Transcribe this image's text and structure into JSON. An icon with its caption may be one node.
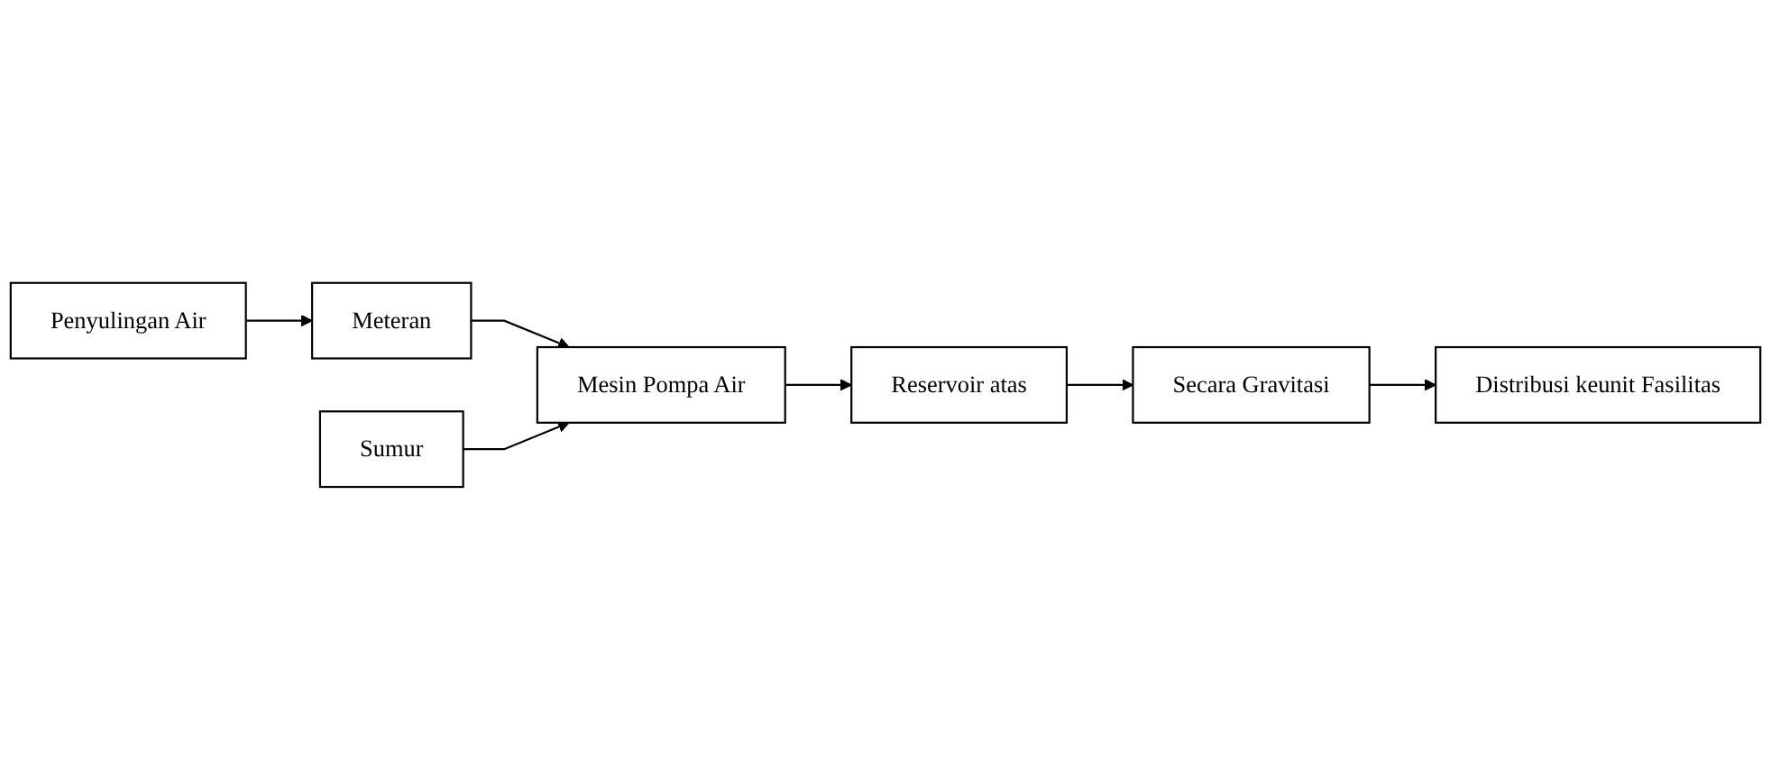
{
  "diagram": {
    "nodes": [
      {
        "text": [
          "Penyulingan Air"
        ]
      },
      {
        "text": [
          "Meteran"
        ]
      },
      {
        "text": [
          "Sumur"
        ]
      },
      {
        "text": [
          "Mesin Pompa Air"
        ]
      },
      {
        "text": [
          "Reservoir atas"
        ]
      },
      {
        "text": [
          "Secara Gravitasi"
        ]
      },
      {
        "text": [
          "Distribusi keunit Fasilitas"
        ]
      }
    ],
    "edges": [
      {
        "from": 0,
        "to": 1,
        "arrow": "to"
      },
      {
        "from": 1,
        "to": 3,
        "arrow": "to"
      },
      {
        "from": 2,
        "to": 3,
        "arrow": "to"
      },
      {
        "from": 3,
        "to": 4,
        "arrow": "to"
      },
      {
        "from": 4,
        "to": 5,
        "arrow": "to"
      },
      {
        "from": 5,
        "to": 6,
        "arrow": "to"
      }
    ]
  }
}
